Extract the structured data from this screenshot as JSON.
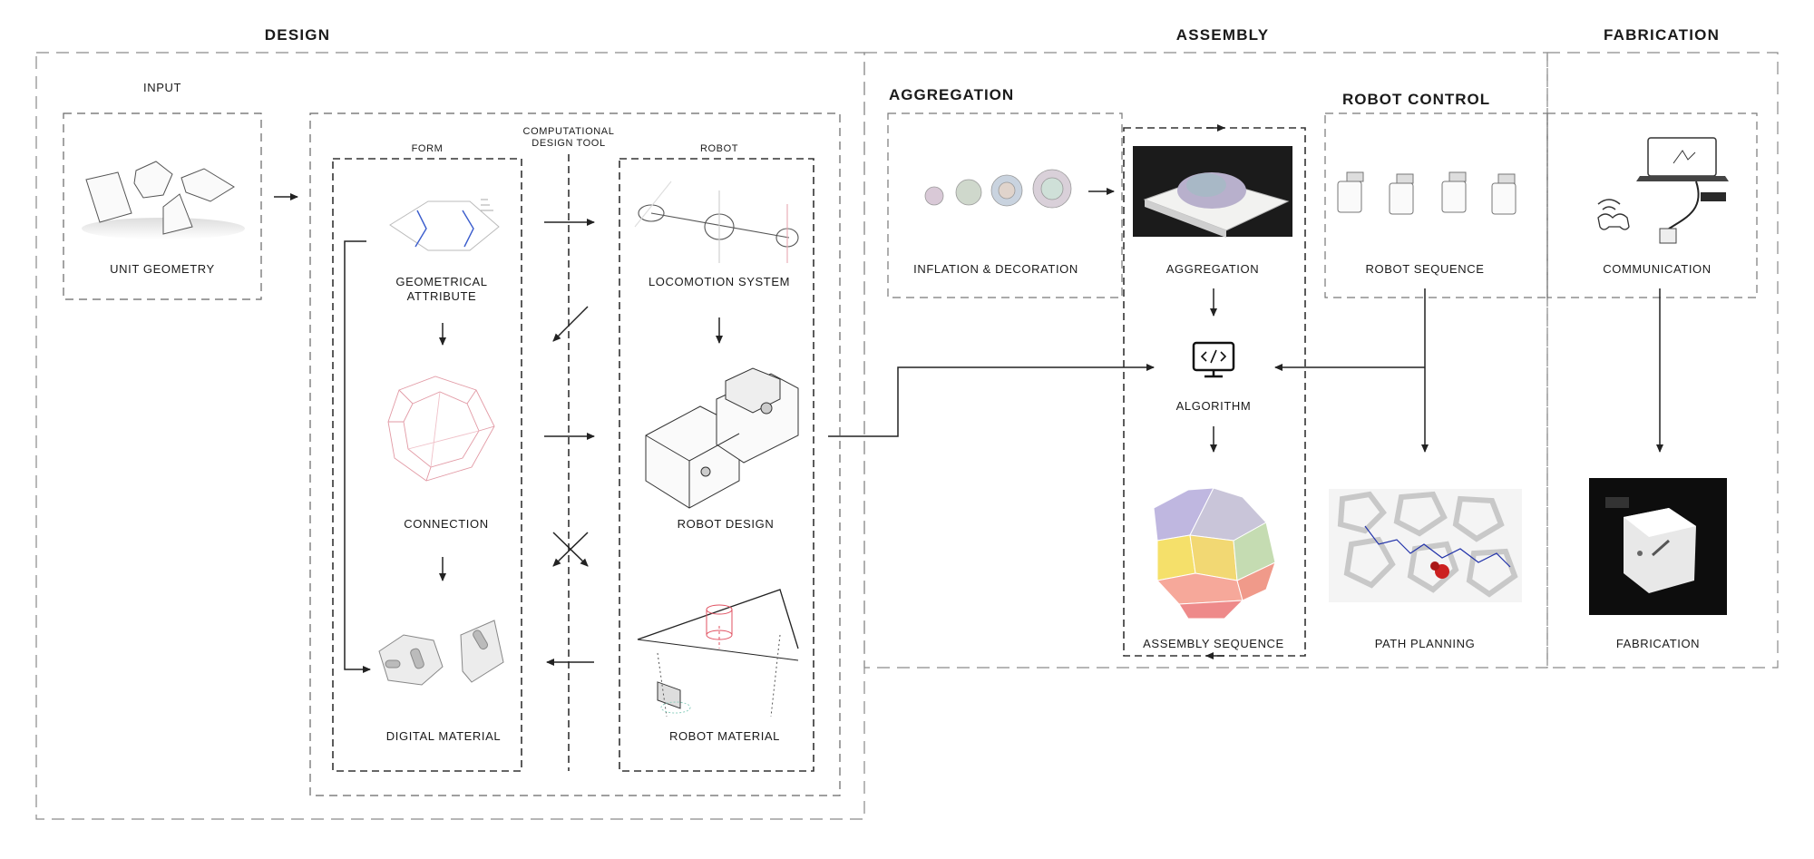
{
  "sections": {
    "design": "DESIGN",
    "assembly": "ASSEMBLY",
    "fabrication": "FABRICATION"
  },
  "subsections": {
    "aggregation": "AGGREGATION",
    "robot_control": "ROBOT CONTROL"
  },
  "design": {
    "input_label": "INPUT",
    "unit_geometry": "UNIT GEOMETRY",
    "form_label": "FORM",
    "tool_label_line1": "COMPUTATIONAL",
    "tool_label_line2": "DESIGN TOOL",
    "robot_label": "ROBOT",
    "geometrical_attribute_line1": "GEOMETRICAL",
    "geometrical_attribute_line2": "ATTRIBUTE",
    "connection": "CONNECTION",
    "digital_material": "DIGITAL MATERIAL",
    "locomotion_system": "LOCOMOTION SYSTEM",
    "robot_design": "ROBOT DESIGN",
    "robot_material": "ROBOT MATERIAL"
  },
  "assembly": {
    "inflation_decoration": "INFLATION & DECORATION",
    "aggregation": "AGGREGATION",
    "robot_sequence": "ROBOT SEQUENCE",
    "algorithm": "ALGORITHM",
    "assembly_sequence": "ASSEMBLY SEQUENCE",
    "path_planning": "PATH PLANNING"
  },
  "fabrication": {
    "communication": "COMMUNICATION",
    "fabrication": "FABRICATION"
  },
  "icons": {
    "algorithm": "code-monitor-icon",
    "communication": "laptop-controller-icon"
  }
}
